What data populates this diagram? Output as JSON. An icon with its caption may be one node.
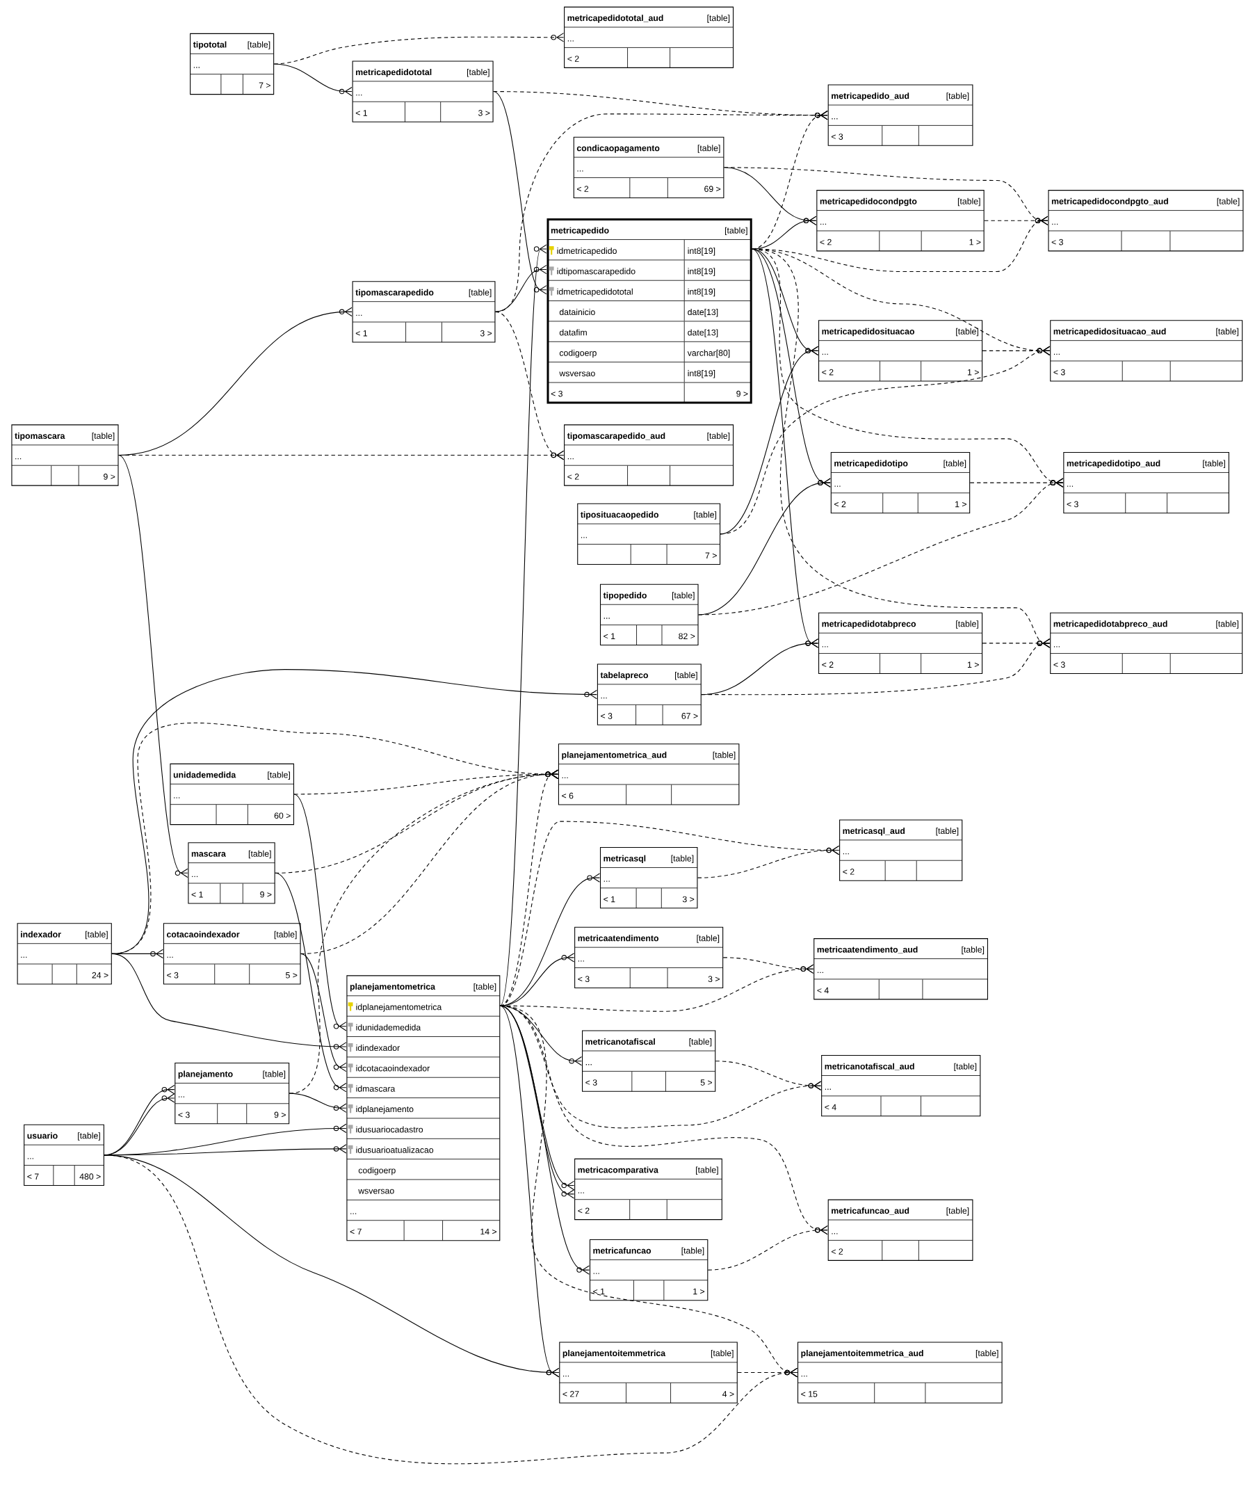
{
  "diagram": {
    "nodes": [
      {
        "text": [
          "tipototal",
          "[table]",
          "...",
          "7 >"
        ]
      },
      {
        "text": [
          "metricapedidototal_aud",
          "[table]",
          "...",
          "< 2"
        ]
      },
      {
        "text": [
          "metricapedidototal",
          "[table]",
          "...",
          "< 1",
          "3 >"
        ]
      },
      {
        "text": [
          "metricapedido_aud",
          "[table]",
          "...",
          "< 3"
        ]
      },
      {
        "text": [
          "condicaopagamento",
          "[table]",
          "...",
          "< 2",
          "69 >"
        ]
      },
      {
        "text": [
          "metricapedidocondpgto",
          "[table]",
          "...",
          "< 2",
          "1 >"
        ]
      },
      {
        "text": [
          "metricapedidocondpgto_aud",
          "[table]",
          "...",
          "< 3"
        ]
      },
      {
        "text": [
          "metricapedido",
          "[table]",
          "idmetricapedido",
          "int8[19]",
          "idtipomascarapedido",
          "int8[19]",
          "idmetricapedidototal",
          "int8[19]",
          "datainicio",
          "date[13]",
          "datafim",
          "date[13]",
          "codigoerp",
          "varchar[80]",
          "wsversao",
          "int8[19]",
          "< 3",
          "9 >"
        ]
      },
      {
        "text": [
          "tipomascarapedido",
          "[table]",
          "...",
          "< 1",
          "3 >"
        ]
      },
      {
        "text": [
          "metricapedidosituacao",
          "[table]",
          "...",
          "< 2",
          "1 >"
        ]
      },
      {
        "text": [
          "metricapedidosituacao_aud",
          "[table]",
          "...",
          "< 3"
        ]
      },
      {
        "text": [
          "tipomascara",
          "[table]",
          "...",
          "9 >"
        ]
      },
      {
        "text": [
          "tipomascarapedido_aud",
          "[table]",
          "...",
          "< 2"
        ]
      },
      {
        "text": [
          "metricapedidotipo",
          "[table]",
          "...",
          "< 2",
          "1 >"
        ]
      },
      {
        "text": [
          "metricapedidotipo_aud",
          "[table]",
          "...",
          "< 3"
        ]
      },
      {
        "text": [
          "tiposituacaopedido",
          "[table]",
          "...",
          "7 >"
        ]
      },
      {
        "text": [
          "tipopedido",
          "[table]",
          "...",
          "< 1",
          "82 >"
        ]
      },
      {
        "text": [
          "metricapedidotabpreco",
          "[table]",
          "...",
          "< 2",
          "1 >"
        ]
      },
      {
        "text": [
          "metricapedidotabpreco_aud",
          "[table]",
          "...",
          "< 3"
        ]
      },
      {
        "text": [
          "tabelapreco",
          "[table]",
          "...",
          "< 3",
          "67 >"
        ]
      },
      {
        "text": [
          "planejamentometrica_aud",
          "[table]",
          "...",
          "< 6"
        ]
      },
      {
        "text": [
          "unidademedida",
          "[table]",
          "...",
          "60 >"
        ]
      },
      {
        "text": [
          "metricasql_aud",
          "[table]",
          "...",
          "< 2"
        ]
      },
      {
        "text": [
          "mascara",
          "[table]",
          "...",
          "< 1",
          "9 >"
        ]
      },
      {
        "text": [
          "metricasql",
          "[table]",
          "...",
          "< 1",
          "3 >"
        ]
      },
      {
        "text": [
          "indexador",
          "[table]",
          "...",
          "24 >"
        ]
      },
      {
        "text": [
          "cotacaoindexador",
          "[table]",
          "...",
          "< 3",
          "5 >"
        ]
      },
      {
        "text": [
          "metricaatendimento",
          "[table]",
          "...",
          "< 3",
          "3 >"
        ]
      },
      {
        "text": [
          "metricaatendimento_aud",
          "[table]",
          "...",
          "< 4"
        ]
      },
      {
        "text": [
          "planejamentometrica",
          "[table]",
          "idplanejamentometrica",
          "idunidademedida",
          "idindexador",
          "idcotacaoindexador",
          "idmascara",
          "idplanejamento",
          "idusuariocadastro",
          "idusuarioatualizacao",
          "codigoerp",
          "wsversao",
          "...",
          "< 7",
          "14 >"
        ]
      },
      {
        "text": [
          "metricanotafiscal",
          "[table]",
          "...",
          "< 3",
          "5 >"
        ]
      },
      {
        "text": [
          "metricanotafiscal_aud",
          "[table]",
          "...",
          "< 4"
        ]
      },
      {
        "text": [
          "planejamento",
          "[table]",
          "...",
          "< 3",
          "9 >"
        ]
      },
      {
        "text": [
          "usuario",
          "[table]",
          "...",
          "< 7",
          "480 >"
        ]
      },
      {
        "text": [
          "metricacomparativa",
          "[table]",
          "...",
          "< 2"
        ]
      },
      {
        "text": [
          "metricafuncao_aud",
          "[table]",
          "...",
          "< 2"
        ]
      },
      {
        "text": [
          "metricafuncao",
          "[table]",
          "...",
          "< 1",
          "1 >"
        ]
      },
      {
        "text": [
          "planejamentoitemmetrica",
          "[table]",
          "...",
          "< 27",
          "4 >"
        ]
      },
      {
        "text": [
          "planejamentoitemmetrica_aud",
          "[table]",
          "...",
          "< 15"
        ]
      }
    ],
    "edges": [
      {
        "from": 0,
        "to": 2,
        "arrow": "other"
      },
      {
        "from": 2,
        "to": 7,
        "arrow": "other"
      },
      {
        "from": 8,
        "to": 7,
        "arrow": "other"
      },
      {
        "from": 29,
        "to": 7,
        "arrow": "other"
      },
      {
        "from": 11,
        "to": 8,
        "arrow": "other"
      },
      {
        "from": 4,
        "to": 5,
        "arrow": "other"
      },
      {
        "from": 7,
        "to": 5,
        "arrow": "other"
      },
      {
        "from": 7,
        "to": 9,
        "arrow": "other"
      },
      {
        "from": 7,
        "to": 13,
        "arrow": "other"
      },
      {
        "from": 7,
        "to": 17,
        "arrow": "other"
      },
      {
        "from": 15,
        "to": 9,
        "arrow": "other"
      },
      {
        "from": 16,
        "to": 13,
        "arrow": "other"
      },
      {
        "from": 19,
        "to": 17,
        "arrow": "other"
      },
      {
        "from": 25,
        "to": 19,
        "arrow": "other"
      },
      {
        "from": 11,
        "to": 23,
        "arrow": "other"
      },
      {
        "from": 25,
        "to": 26,
        "arrow": "other"
      },
      {
        "from": 21,
        "to": 29,
        "arrow": "other"
      },
      {
        "from": 25,
        "to": 29,
        "arrow": "other"
      },
      {
        "from": 26,
        "to": 29,
        "arrow": "other"
      },
      {
        "from": 23,
        "to": 29,
        "arrow": "other"
      },
      {
        "from": 32,
        "to": 29,
        "arrow": "other"
      },
      {
        "from": 33,
        "to": 29,
        "arrow": "other"
      },
      {
        "from": 33,
        "to": 29,
        "arrow": "other"
      },
      {
        "from": 33,
        "to": 32,
        "arrow": "other"
      },
      {
        "from": 33,
        "to": 32,
        "arrow": "other"
      },
      {
        "from": 33,
        "to": 37,
        "arrow": "other"
      },
      {
        "from": 29,
        "to": 24,
        "arrow": "other"
      },
      {
        "from": 29,
        "to": 27,
        "arrow": "other"
      },
      {
        "from": 29,
        "to": 30,
        "arrow": "other"
      },
      {
        "from": 29,
        "to": 34,
        "arrow": "other"
      },
      {
        "from": 29,
        "to": 34,
        "arrow": "other"
      },
      {
        "from": 29,
        "to": 36,
        "arrow": "other"
      },
      {
        "from": 29,
        "to": 37,
        "arrow": "other"
      },
      {
        "from": 0,
        "to": 1,
        "arrow": "other",
        "style": "dashed"
      },
      {
        "from": 2,
        "to": 3,
        "arrow": "other",
        "style": "dashed"
      },
      {
        "from": 8,
        "to": 3,
        "arrow": "other",
        "style": "dashed"
      },
      {
        "from": 7,
        "to": 3,
        "arrow": "other",
        "style": "dashed"
      },
      {
        "from": 4,
        "to": 6,
        "arrow": "other",
        "style": "dashed"
      },
      {
        "from": 5,
        "to": 6,
        "arrow": "other",
        "style": "dashed"
      },
      {
        "from": 7,
        "to": 6,
        "arrow": "other",
        "style": "dashed"
      },
      {
        "from": 7,
        "to": 10,
        "arrow": "other",
        "style": "dashed"
      },
      {
        "from": 9,
        "to": 10,
        "arrow": "other",
        "style": "dashed"
      },
      {
        "from": 15,
        "to": 10,
        "arrow": "other",
        "style": "dashed"
      },
      {
        "from": 7,
        "to": 14,
        "arrow": "other",
        "style": "dashed"
      },
      {
        "from": 13,
        "to": 14,
        "arrow": "other",
        "style": "dashed"
      },
      {
        "from": 16,
        "to": 14,
        "arrow": "other",
        "style": "dashed"
      },
      {
        "from": 7,
        "to": 18,
        "arrow": "other",
        "style": "dashed"
      },
      {
        "from": 17,
        "to": 18,
        "arrow": "other",
        "style": "dashed"
      },
      {
        "from": 19,
        "to": 18,
        "arrow": "other",
        "style": "dashed"
      },
      {
        "from": 11,
        "to": 12,
        "arrow": "other",
        "style": "dashed"
      },
      {
        "from": 8,
        "to": 12,
        "arrow": "other",
        "style": "dashed"
      },
      {
        "from": 21,
        "to": 20,
        "arrow": "other",
        "style": "dashed"
      },
      {
        "from": 23,
        "to": 20,
        "arrow": "other",
        "style": "dashed"
      },
      {
        "from": 26,
        "to": 20,
        "arrow": "other",
        "style": "dashed"
      },
      {
        "from": 32,
        "to": 20,
        "arrow": "other",
        "style": "dashed"
      },
      {
        "from": 25,
        "to": 20,
        "arrow": "other",
        "style": "dashed"
      },
      {
        "from": 29,
        "to": 20,
        "arrow": "other",
        "style": "dashed"
      },
      {
        "from": 24,
        "to": 22,
        "arrow": "other",
        "style": "dashed"
      },
      {
        "from": 29,
        "to": 22,
        "arrow": "other",
        "style": "dashed"
      },
      {
        "from": 27,
        "to": 28,
        "arrow": "other",
        "style": "dashed"
      },
      {
        "from": 29,
        "to": 28,
        "arrow": "other",
        "style": "dashed"
      },
      {
        "from": 30,
        "to": 31,
        "arrow": "other",
        "style": "dashed"
      },
      {
        "from": 29,
        "to": 31,
        "arrow": "other",
        "style": "dashed"
      },
      {
        "from": 36,
        "to": 35,
        "arrow": "other",
        "style": "dashed"
      },
      {
        "from": 29,
        "to": 35,
        "arrow": "other",
        "style": "dashed"
      },
      {
        "from": 37,
        "to": 38,
        "arrow": "other",
        "style": "dashed"
      },
      {
        "from": 33,
        "to": 38,
        "arrow": "other",
        "style": "dashed"
      },
      {
        "from": 29,
        "to": 38,
        "arrow": "other",
        "style": "dashed"
      }
    ]
  }
}
